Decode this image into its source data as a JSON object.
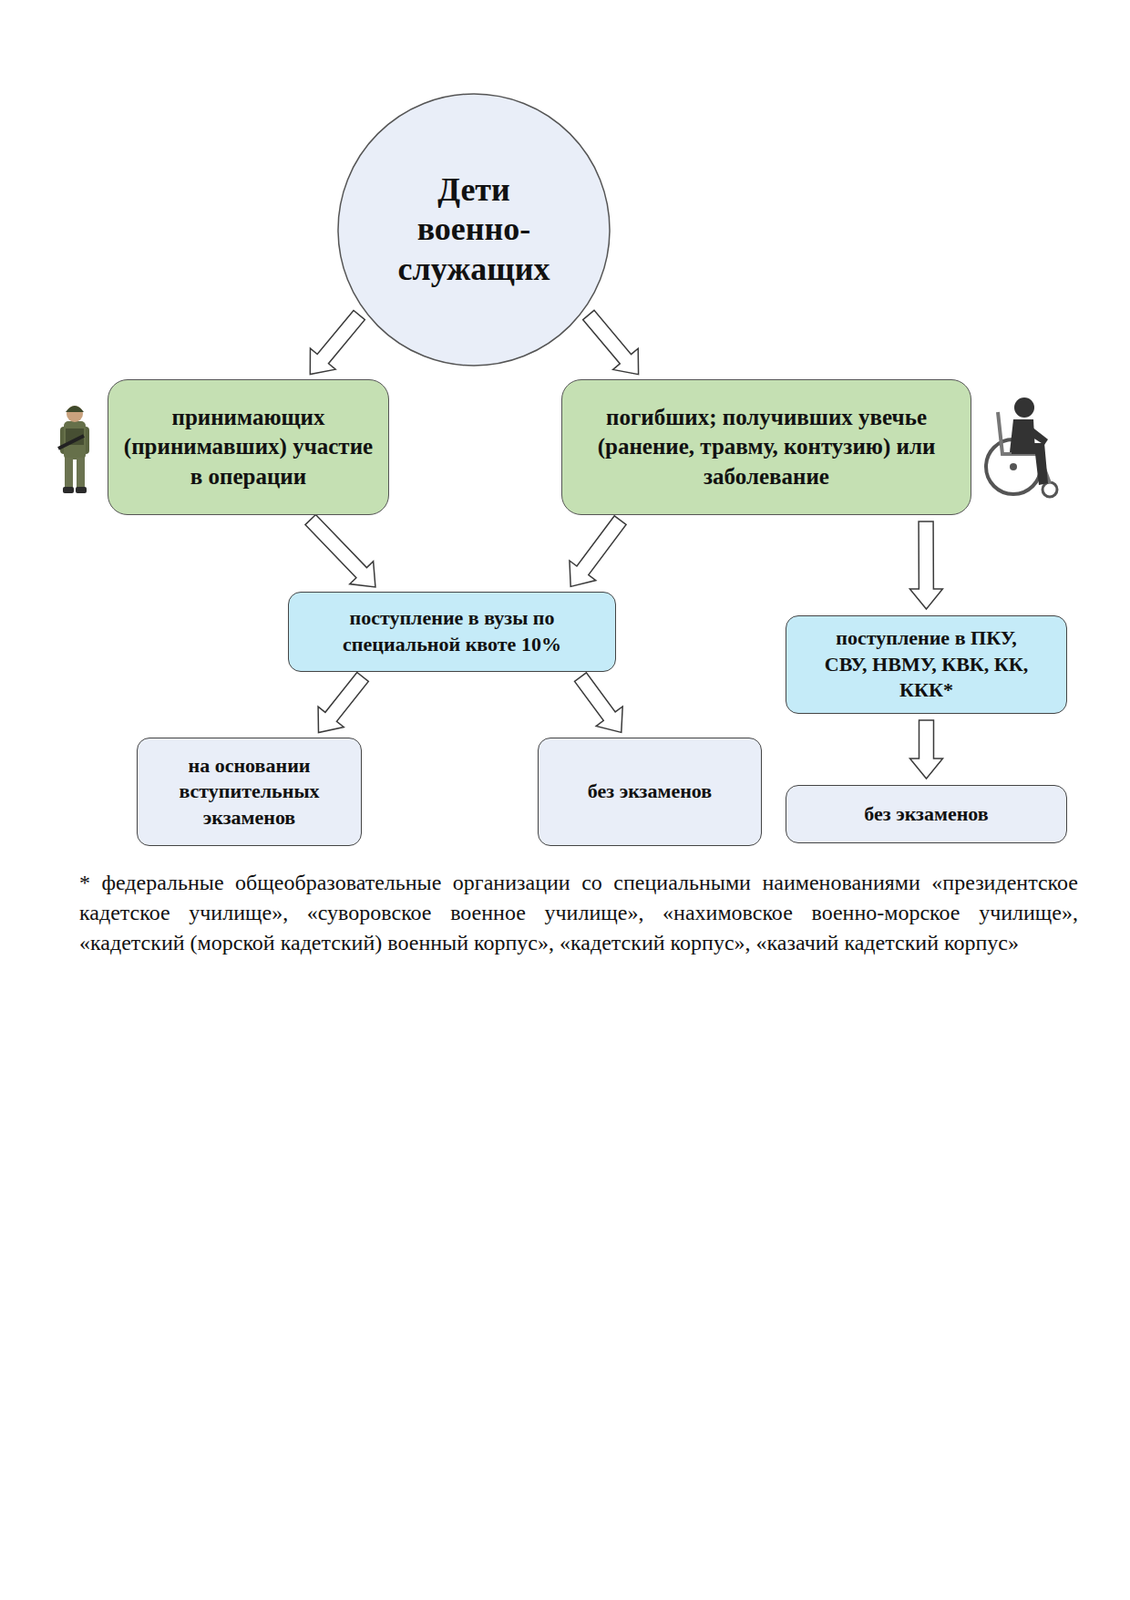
{
  "diagram": {
    "nodes": [
      {
        "text": [
          "Дети военно- служащих"
        ]
      },
      {
        "text": [
          "принимающих (принимавших) участие в операции"
        ]
      },
      {
        "text": [
          "погибших; получивших увечье (ранение, травму, контузию) или заболевание"
        ]
      },
      {
        "text": [
          "поступление в вузы по специальной квоте 10%"
        ]
      },
      {
        "text": [
          "поступление в ПКУ, СВУ, НВМУ, КВК, КК, ККК*"
        ]
      },
      {
        "text": [
          "на основании вступительных экзаменов"
        ]
      },
      {
        "text": [
          "без экзаменов"
        ]
      },
      {
        "text": [
          "без экзаменов"
        ]
      }
    ],
    "edges": [
      {
        "from": 0,
        "to": 1,
        "arrow": "to"
      },
      {
        "from": 0,
        "to": 2,
        "arrow": "to"
      },
      {
        "from": 1,
        "to": 3,
        "arrow": "to"
      },
      {
        "from": 2,
        "to": 3,
        "arrow": "to"
      },
      {
        "from": 2,
        "to": 4,
        "arrow": "to"
      },
      {
        "from": 3,
        "to": 5,
        "arrow": "to"
      },
      {
        "from": 3,
        "to": 6,
        "arrow": "to"
      },
      {
        "from": 4,
        "to": 7,
        "arrow": "to"
      }
    ],
    "labels": [
      "* федеральные общеобразовательные организации со специальными наименованиями «президентское кадетское училище», «суворовское военное училище», «нахимовское военно-морское училище», «кадетский (морской кадетский) военный корпус», «кадетский корпус», «казачий кадетский корпус»"
    ]
  }
}
